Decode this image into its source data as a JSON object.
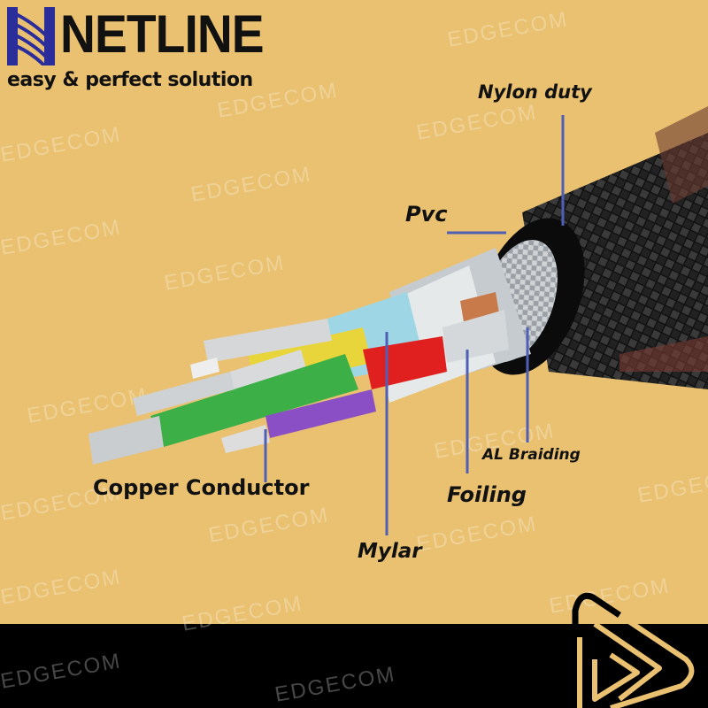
{
  "brand": {
    "name": "NETLINE",
    "tagline": "easy & perfect solution"
  },
  "watermark": "EDGECOM",
  "labels": {
    "nylon": "Nylon duty",
    "pvc": "Pvc",
    "al_braiding": "AL Braiding",
    "foiling": "Foiling",
    "mylar": "Mylar",
    "copper": "Copper Conductor"
  },
  "colors": {
    "background": "#e9c170",
    "leader": "#4f5fb5",
    "band": "#000000"
  }
}
